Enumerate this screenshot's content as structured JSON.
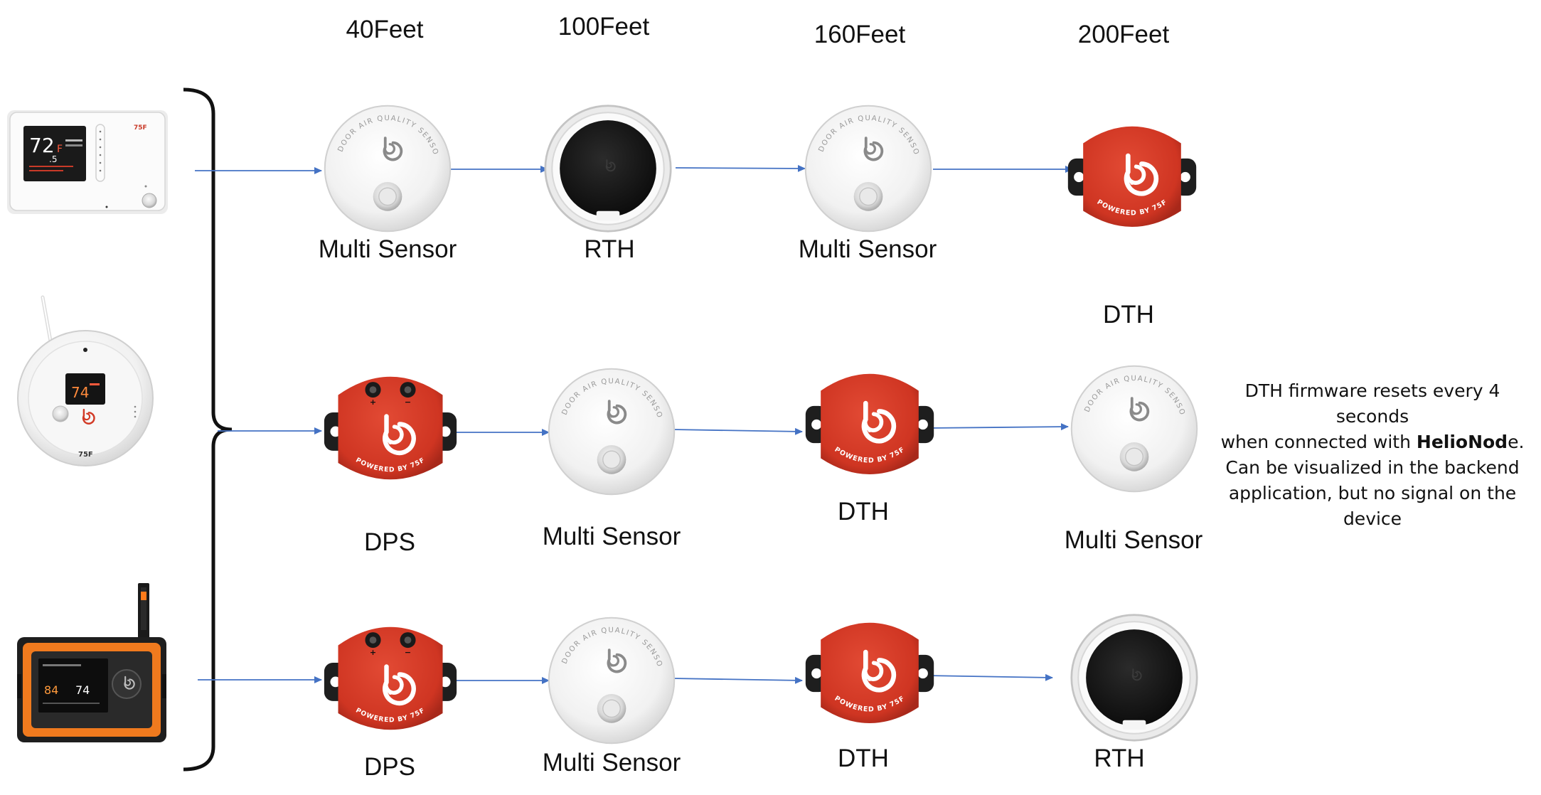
{
  "distances": [
    "40Feet",
    "100Feet",
    "160Feet",
    "200Feet"
  ],
  "rows": [
    {
      "gateway": "wall-thermostat",
      "devices": [
        {
          "type": "multi-sensor",
          "label": "Multi Sensor"
        },
        {
          "type": "rth",
          "label": "RTH"
        },
        {
          "type": "multi-sensor",
          "label": "Multi Sensor"
        },
        {
          "type": "dth",
          "label": ""
        }
      ]
    },
    {
      "gateway": "round-thermostat",
      "devices": [
        {
          "type": "dps",
          "label": "DPS"
        },
        {
          "type": "multi-sensor",
          "label": "Multi Sensor"
        },
        {
          "type": "dth",
          "label": "DTH"
        },
        {
          "type": "multi-sensor",
          "label": "Multi Sensor"
        }
      ]
    },
    {
      "gateway": "rugged-controller",
      "devices": [
        {
          "type": "dps",
          "label": "DPS"
        },
        {
          "type": "multi-sensor",
          "label": "Multi Sensor"
        },
        {
          "type": "dth",
          "label": "DTH"
        },
        {
          "type": "rth",
          "label": "RTH"
        }
      ]
    }
  ],
  "floating_label": "DTH",
  "note": {
    "line1": "DTH firmware resets every 4 seconds",
    "line2_prefix": "when connected with ",
    "line2_bold": "HelioNod",
    "line2_suffix": "e.",
    "line3": "Can be visualized in the backend",
    "line4": "application, but no signal on the",
    "line5": "device"
  },
  "device_text": {
    "multi_sensor_ring": "INDOOR AIR QUALITY SENSOR",
    "powered_by": "POWERED BY 75F",
    "brand": "75F",
    "thermostat_temp": "72",
    "thermostat_decimal": ".5",
    "round_temp": "74",
    "controller_temp_a": "84",
    "controller_temp_b": "74"
  },
  "colors": {
    "arrow": "#4472C4",
    "device_red": "#D23A26",
    "device_red_dark": "#A8281A",
    "sensor_white": "#F3F3F3",
    "controller_orange": "#F07A1E"
  }
}
